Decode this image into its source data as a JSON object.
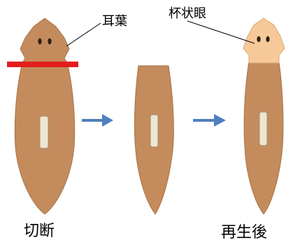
{
  "labels": {
    "auricle": "耳葉",
    "eyespot": "杯状眼"
  },
  "captions": {
    "cut": "切断",
    "regenerated": "再生後"
  },
  "colors": {
    "body": "#C48B5C",
    "body_outline": "#A8744A",
    "regenerated_head": "#F7C998",
    "pharynx": "#EFE6D2",
    "pharynx_outline": "#9C8F78",
    "eyes": "#2B2016",
    "cut_line": "#E31E1E",
    "arrow": "#4F7FC0"
  },
  "icons": {
    "arrow_1": "right-arrow-icon",
    "arrow_2": "right-arrow-icon"
  }
}
